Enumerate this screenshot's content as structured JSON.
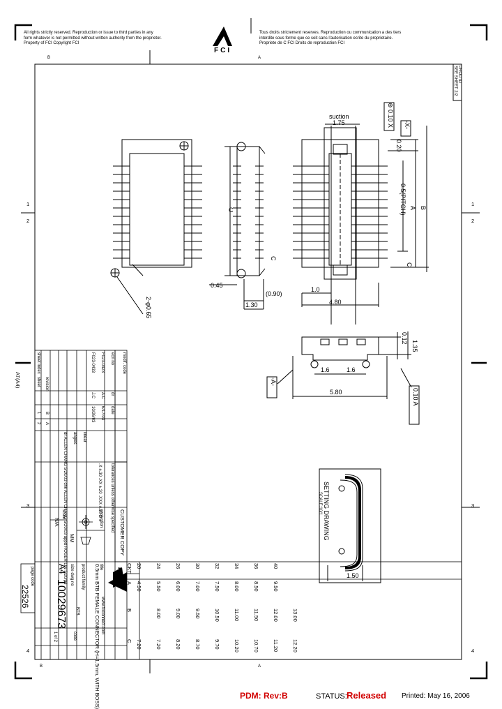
{
  "header": {
    "notice_en": "All rights strictly reserved. Reproduction or issue to third parties in any\nform whatever is not permitted without written authority from the proprietor.\nProperty of FCI  Copyright FCI",
    "notice_fr": "Tous droits strictement reserves. Reproduction ou communication a des tiers\ninterdite sous forme que ce soit sans l'autorisation ecrite du proprietaire.\nPropriete de C FCI  Droits de reproduction FCI",
    "logo_text": "FCI",
    "corner_code": "PROD ID",
    "corner_sheet": "SEE SHEET 2/2"
  },
  "border": {
    "top_left": "B",
    "top_right": "A",
    "bottom_left": "B",
    "bottom_right": "A",
    "left_row1": "1",
    "left_row2": "2",
    "right_row1": "1",
    "right_row2": "2",
    "left_row3": "3",
    "right_row3": "3",
    "left_row4": "4",
    "right_row4": "4"
  },
  "dimensions": {
    "suction": "suction",
    "d_175": "1.75",
    "d_045": "0.45",
    "d_090": "(0.90)",
    "d_130": "1.30",
    "d_10": "1.0",
    "d_480": "4.80",
    "d_020": "0.20",
    "d_pitch": "0.5(PITCH)",
    "d_A": "A",
    "d_B": "B",
    "d_C": "C",
    "hole": "2-φ0.65",
    "tol_x": "⊕ 0.10 X",
    "datum_x": "-X-",
    "d_012": "0.12",
    "d_135": "1.35",
    "d_16a": "1.6",
    "d_16b": "1.6",
    "d_580": "5.80",
    "datum_a": "-A-",
    "tol_a": "0.10 A",
    "section_c": "C",
    "setting_title": "SETTING DRAWING",
    "setting_scale": "SCALE:10/1",
    "d_150": "1.50"
  },
  "title_block": {
    "left_margin": "AT(A4)",
    "mod_code": "modif. code",
    "sheet_index": "sheet index",
    "revision": "revision",
    "sheet": "sheet",
    "rev_B": "B",
    "rev_A": "A",
    "sheet_1": "1",
    "sheet_2": "2",
    "ecn_no": "ecn no",
    "ecn_1": "F023-0423",
    "ecn_2": "F023-0433",
    "dr": "dr",
    "dr_1": "A.C",
    "dr_2": "J.C",
    "date": "date",
    "date_1": "6/17/03",
    "date_2": "10/26/03",
    "linear": "linear",
    "approvals": "dr  ALLEN CHANG 5/20/03\nchk ALLEN CHANG 5/20/03\nappd ROGER LIN 5/20/03",
    "tolerances": "tolerances unless\notherwise specified",
    "tol_values": ".X ±.30\n.XX ±.20\n.XXX ±.10\nD ±",
    "angles": "angles",
    "customer_copy": "CUSTOMER\nCOPY",
    "projection": "projection",
    "scale": "scale",
    "scale_val": "N/A",
    "units": "MM",
    "title_label": "title",
    "title": "0.5mm BTB FEMALE CONNECTOR\n(H=1.5mm, WITH BOSS)",
    "family": "BTB",
    "product_family": "product family",
    "size": "A4",
    "dwg_no_label": "size  dwg no",
    "dwg_no": "10029673",
    "code": "code",
    "sheet_of": "1 of 2",
    "page_code": "page code",
    "page_code_val": "22526",
    "website": "www.fciconnect.com"
  },
  "ckt_table": {
    "headers": [
      "CKT",
      "A",
      "B",
      "C"
    ],
    "rows": [
      [
        "20",
        "4.50",
        "",
        "7.20"
      ],
      [
        "24",
        "5.50",
        "8.00",
        "7.20"
      ],
      [
        "26",
        "6.00",
        "9.00",
        "8.20"
      ],
      [
        "30",
        "7.00",
        "9.50",
        "8.70"
      ],
      [
        "32",
        "7.50",
        "10.50",
        "9.70"
      ],
      [
        "34",
        "8.00",
        "11.00",
        "10.20"
      ],
      [
        "36",
        "8.50",
        "11.50",
        "10.70"
      ],
      [
        "40",
        "9.50",
        "12.00",
        "11.20"
      ],
      [
        "",
        "",
        "13.00",
        "12.20"
      ]
    ]
  },
  "footer": {
    "pdm": "PDM: Rev:B",
    "status_label": "STATUS:",
    "status_value": "Released",
    "printed": "Printed: May 16, 2006"
  }
}
